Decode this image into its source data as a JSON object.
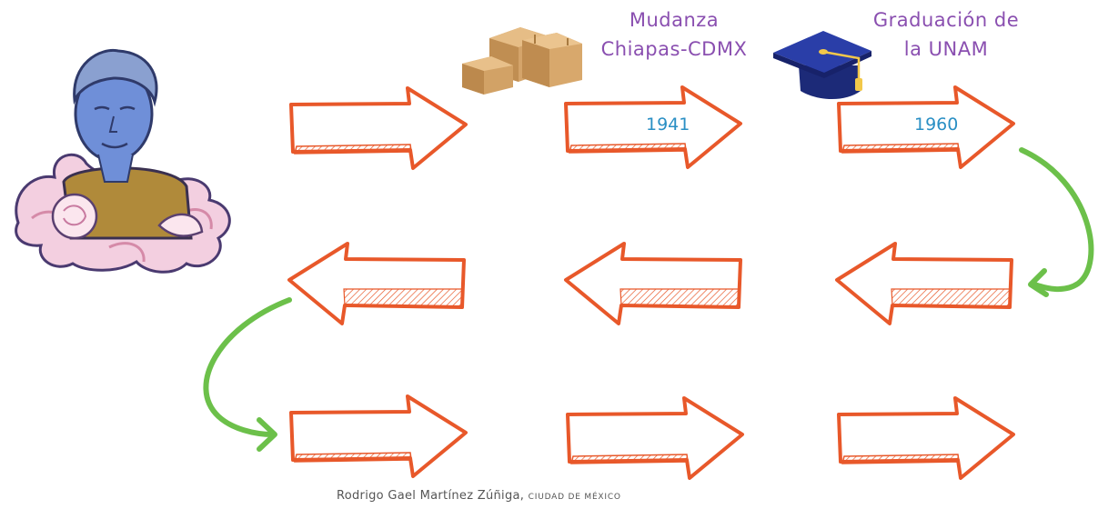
{
  "events": [
    {
      "line1": "Mudanza",
      "line2": "Chiapas-CDMX",
      "year": "1941",
      "icon": "boxes-icon"
    },
    {
      "line1": "Graduación de",
      "line2": "la UNAM",
      "year": "1960",
      "icon": "graduation-cap-icon"
    }
  ],
  "caption": {
    "author": "Rodrigo Gael Martínez Zúñiga,",
    "place": "CIUDAD DE MÉXICO"
  },
  "colors": {
    "arrow": "#e8582a",
    "connector": "#6cc04a",
    "label": "#8a4fb0",
    "year": "#2a8fc4"
  }
}
